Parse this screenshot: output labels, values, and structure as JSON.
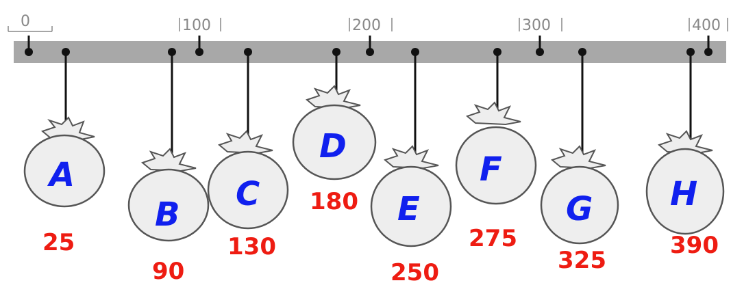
{
  "scale": {
    "ticks": [
      "0",
      "100",
      "200",
      "300",
      "400"
    ],
    "tick_values": [
      0,
      100,
      200,
      300,
      400
    ]
  },
  "bags": [
    {
      "letter": "A",
      "value": "25"
    },
    {
      "letter": "B",
      "value": "90"
    },
    {
      "letter": "C",
      "value": "130"
    },
    {
      "letter": "D",
      "value": "180"
    },
    {
      "letter": "E",
      "value": "250"
    },
    {
      "letter": "F",
      "value": "275"
    },
    {
      "letter": "G",
      "value": "325"
    },
    {
      "letter": "H",
      "value": "390"
    }
  ],
  "colors": {
    "bar": "#a8a8a8",
    "bag_fill": "#eeeeee",
    "bag_stroke": "#555555",
    "letter": "#1020ee",
    "value": "#ee1c12",
    "tick": "#888888"
  }
}
